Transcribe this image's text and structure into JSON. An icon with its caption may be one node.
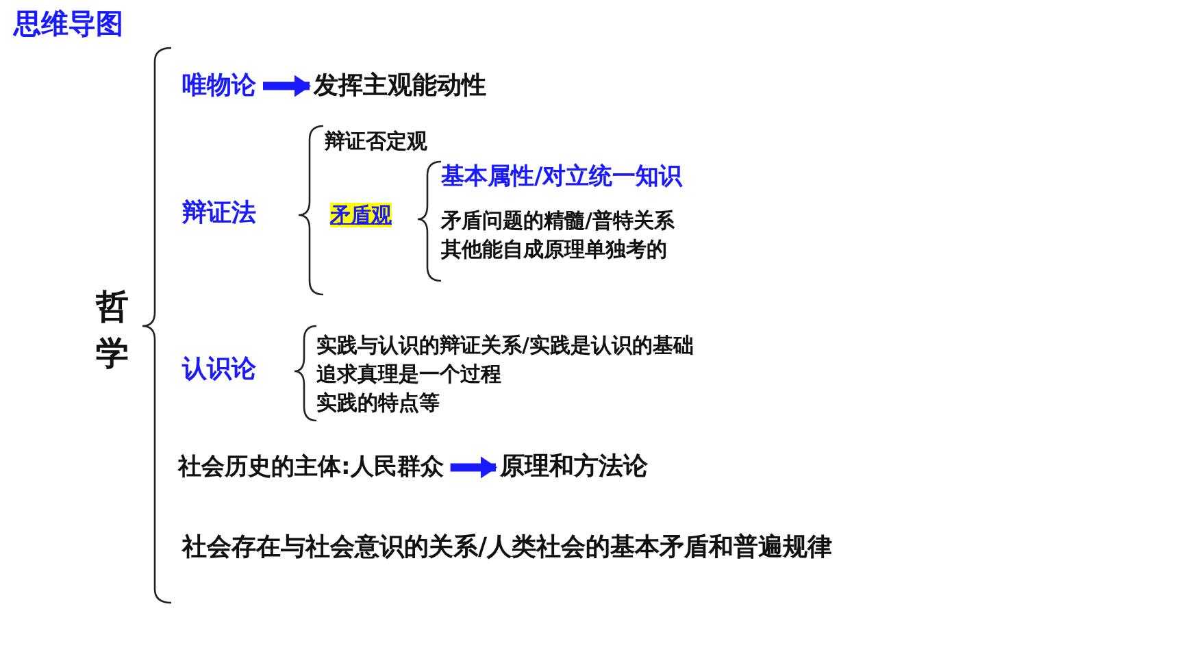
{
  "diagram": {
    "title": "思维导图",
    "nodes": [
      {
        "text": [
          "哲学"
        ]
      },
      {
        "text": [
          "唯物论"
        ]
      },
      {
        "text": [
          "发挥主观能动性"
        ]
      },
      {
        "text": [
          "辩证法"
        ]
      },
      {
        "text": [
          "辩证否定观"
        ]
      },
      {
        "text": [
          "矛盾观"
        ]
      },
      {
        "text": [
          "基本属性/对立统一知识"
        ]
      },
      {
        "text": [
          "矛盾问题的精髓/普特关系"
        ]
      },
      {
        "text": [
          "其他能自成原理单独考的"
        ]
      },
      {
        "text": [
          "认识论"
        ]
      },
      {
        "text": [
          "实践与认识的辩证关系/实践是认识的基础"
        ]
      },
      {
        "text": [
          "追求真理是一个过程"
        ]
      },
      {
        "text": [
          "实践的特点等"
        ]
      },
      {
        "text": [
          "社会历史的主体:人民群众"
        ]
      },
      {
        "text": [
          "原理和方法论"
        ]
      },
      {
        "text": [
          "社会存在与社会意识的关系/人类社会的基本矛盾和普遍规律"
        ]
      }
    ],
    "edges": [
      {
        "from": 1,
        "to": 2,
        "arrow": "to"
      },
      {
        "from": 13,
        "to": 14,
        "arrow": "to"
      }
    ]
  }
}
